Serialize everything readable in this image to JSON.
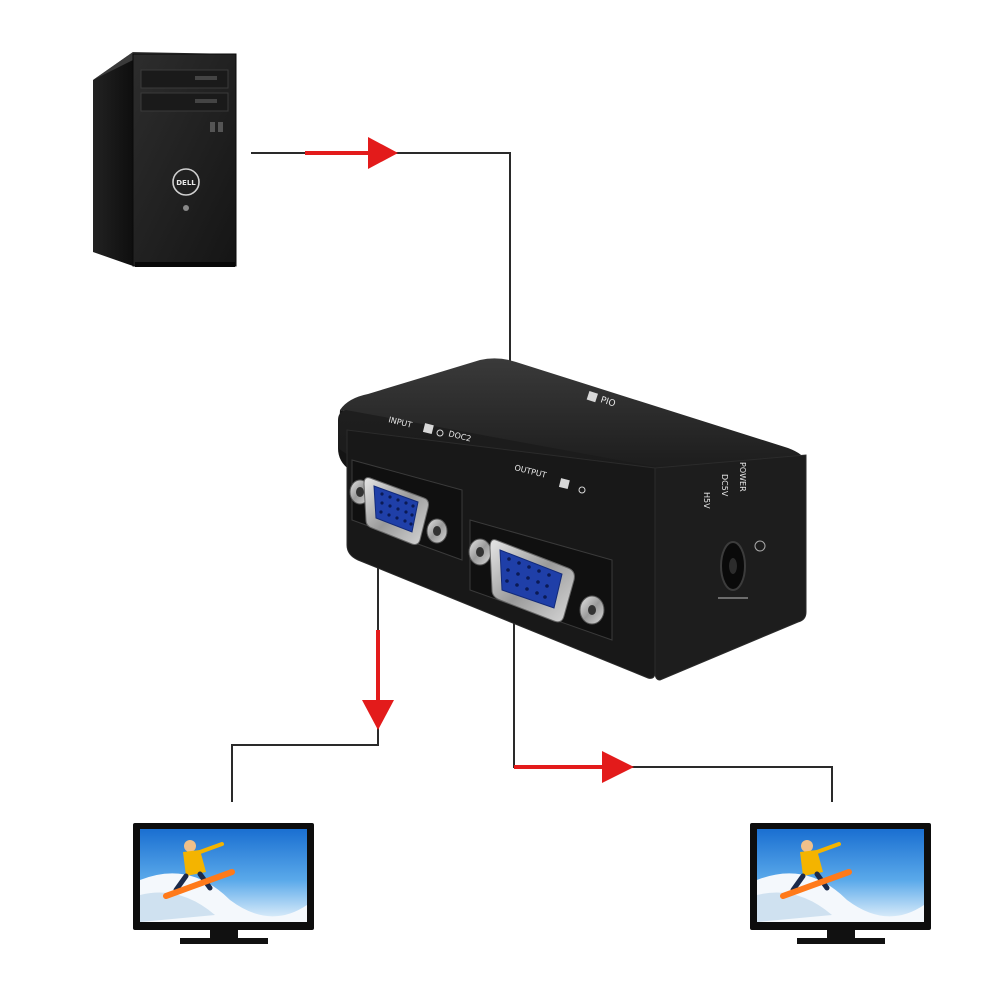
{
  "computer": {
    "logo_text": "DELL"
  },
  "splitter": {
    "top_label": "PIO",
    "input_label": "INPUT",
    "input_sublabel": "DOC2",
    "output_label": "OUTPUT",
    "power_label": "POWER",
    "dc_label": "DC5V",
    "hv_label": "H5V"
  },
  "colors": {
    "arrow": "#e31b1b",
    "wire": "#2a2a2a",
    "device_body": "#1b1b1b",
    "vga_port": "#1f3fa8"
  },
  "icons": {
    "source": "desktop-tower-icon",
    "monitors": [
      "monitor-icon",
      "monitor-icon"
    ]
  }
}
